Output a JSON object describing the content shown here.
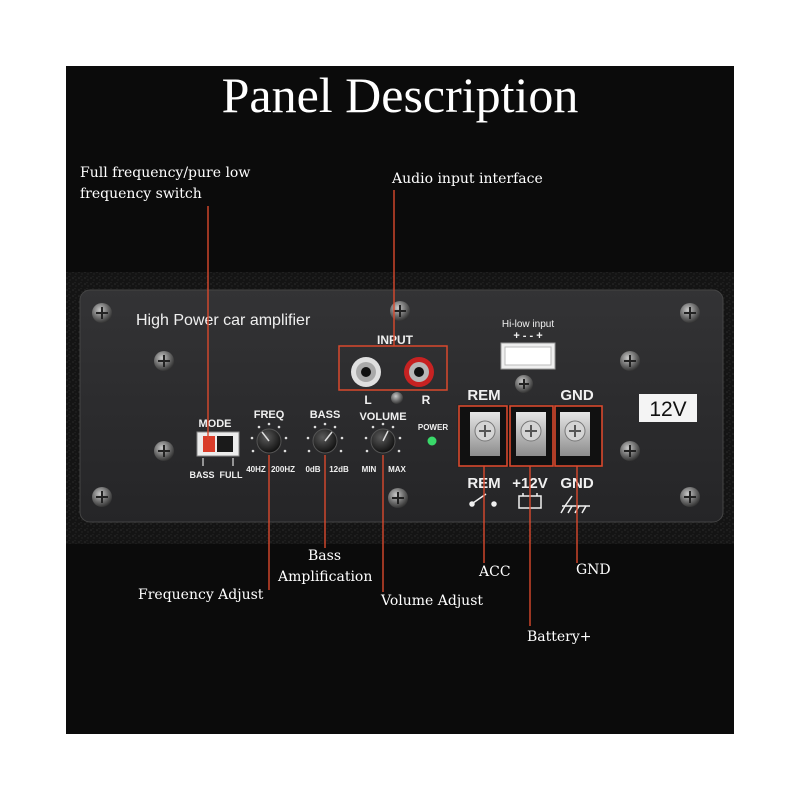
{
  "title": "Panel Description",
  "annotations": {
    "switch_line1": "Full frequency/pure low",
    "switch_line2": "frequency switch",
    "audio_input": "Audio input interface",
    "bass_line1": "Bass",
    "bass_line2": "Amplification",
    "frequency_adjust": "Frequency Adjust",
    "volume_adjust": "Volume Adjust",
    "acc": "ACC",
    "gnd": "GND",
    "battery": "Battery+"
  },
  "panel": {
    "brand": "High Power car amplifier",
    "input_label": "INPUT",
    "input_left": "L",
    "input_right": "R",
    "hi_low_input": "Hi-low input",
    "hi_low_pins": "+ - - +",
    "voltage_badge": "12V",
    "power_label": "POWER",
    "mode_label": "MODE",
    "mode_left": "BASS",
    "mode_right": "FULL",
    "freq_label": "FREQ",
    "freq_min": "40HZ",
    "freq_max": "200HZ",
    "bass_label": "BASS",
    "bass_min": "0dB",
    "bass_max": "12dB",
    "volume_label": "VOLUME",
    "volume_min": "MIN",
    "volume_max": "MAX",
    "term_top_rem": "REM",
    "term_top_gnd": "GND",
    "term_bot_rem": "REM",
    "term_bot_12v": "+12V",
    "term_bot_gnd": "GND"
  },
  "colors": {
    "background": "#0b0b0b",
    "panel": "#2c2c2e",
    "callout": "#d9492d",
    "led": "#39d96a",
    "text": "#ffffff"
  }
}
